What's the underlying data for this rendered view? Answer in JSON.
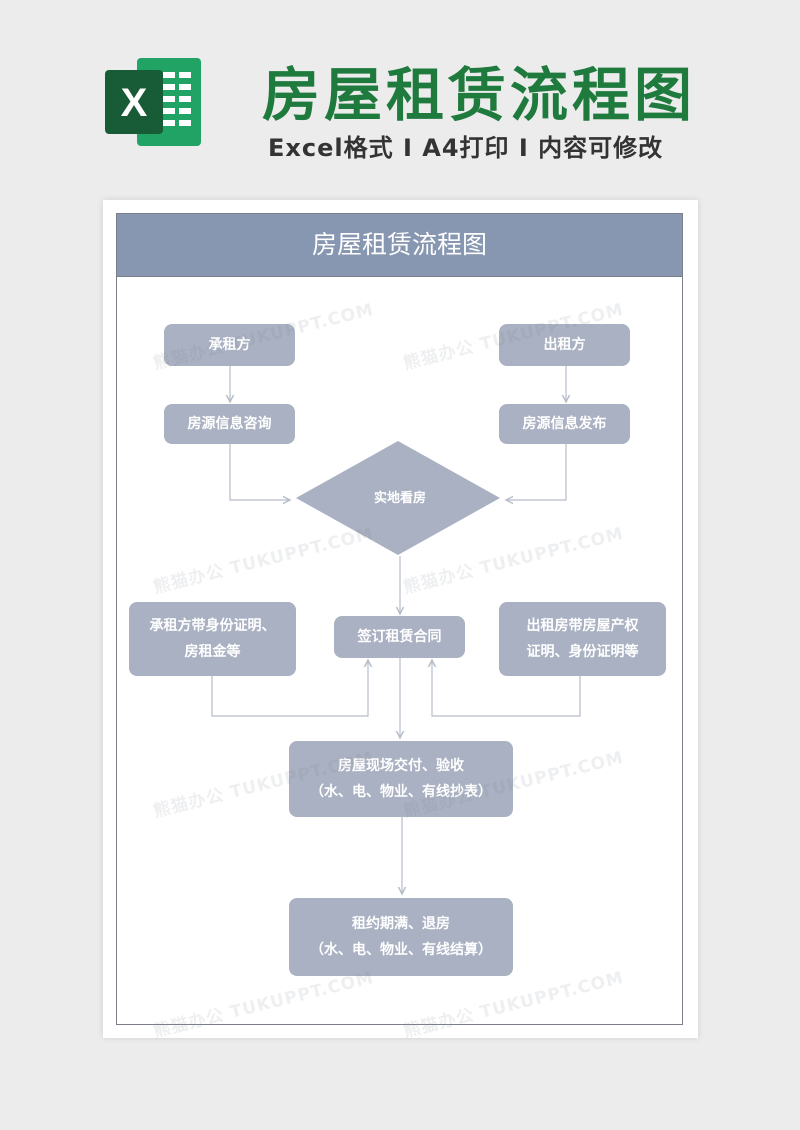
{
  "header": {
    "title": "房屋租赁流程图",
    "subtitle": "Excel格式 I A4打印 I 内容可修改",
    "logo_letter": "X"
  },
  "document": {
    "banner_title": "房屋租赁流程图"
  },
  "flow": {
    "tenant": "承租方",
    "landlord": "出租方",
    "tenant_inquiry": "房源信息咨询",
    "landlord_publish": "房源信息发布",
    "site_visit": "实地看房",
    "tenant_docs_line1": "承租方带身份证明、",
    "tenant_docs_line2": "房租金等",
    "sign_contract": "签订租赁合同",
    "landlord_docs_line1": "出租房带房屋产权",
    "landlord_docs_line2": "证明、身份证明等",
    "handover_line1": "房屋现场交付、验收",
    "handover_line2": "（水、电、物业、有线抄表）",
    "expiry_line1": "租约期满、退房",
    "expiry_line2": "（水、电、物业、有线结算）"
  },
  "watermark": {
    "text": "熊猫办公 TUKUPPT.COM"
  },
  "colors": {
    "title_green": "#1f7a3e",
    "banner": "#8796b1",
    "node_fill": "#a9b1c2",
    "connector": "#b6bcc9"
  }
}
